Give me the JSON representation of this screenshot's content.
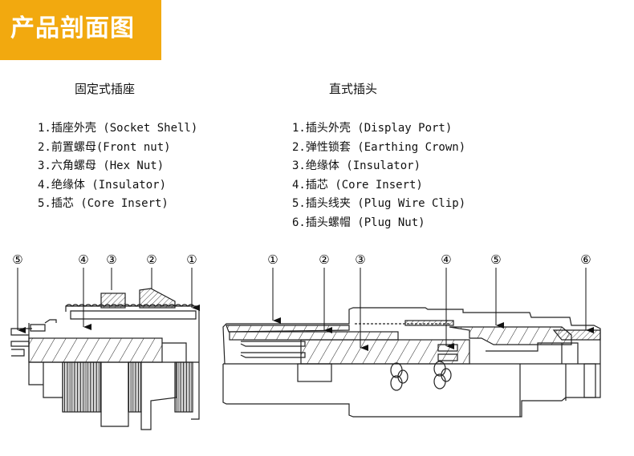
{
  "header": {
    "title": "产品剖面图",
    "accent_color": "#f2a90f"
  },
  "socket": {
    "title": "固定式插座",
    "parts": [
      {
        "num": "1.",
        "label": "插座外壳 (Socket Shell)"
      },
      {
        "num": "2.",
        "label": "前置螺母(Front nut)"
      },
      {
        "num": "3.",
        "label": "六角螺母 (Hex Nut)"
      },
      {
        "num": "4.",
        "label": "绝缘体 (Insulator)"
      },
      {
        "num": "5.",
        "label": "插芯 (Core Insert)"
      }
    ],
    "callouts": [
      "⑤",
      "④",
      "③",
      "②",
      "①"
    ]
  },
  "plug": {
    "title": "直式插头",
    "parts": [
      {
        "num": "1.",
        "label": "插头外壳 (Display Port)"
      },
      {
        "num": "2.",
        "label": "弹性锁套 (Earthing Crown)"
      },
      {
        "num": "3.",
        "label": "绝缘体 (Insulator)"
      },
      {
        "num": "4.",
        "label": "插芯 (Core Insert)"
      },
      {
        "num": "5.",
        "label": "插头线夹 (Plug Wire Clip)"
      },
      {
        "num": "6.",
        "label": "插头螺帽 (Plug Nut)"
      }
    ],
    "callouts": [
      "①",
      "②",
      "③",
      "④",
      "⑤",
      "⑥"
    ]
  }
}
